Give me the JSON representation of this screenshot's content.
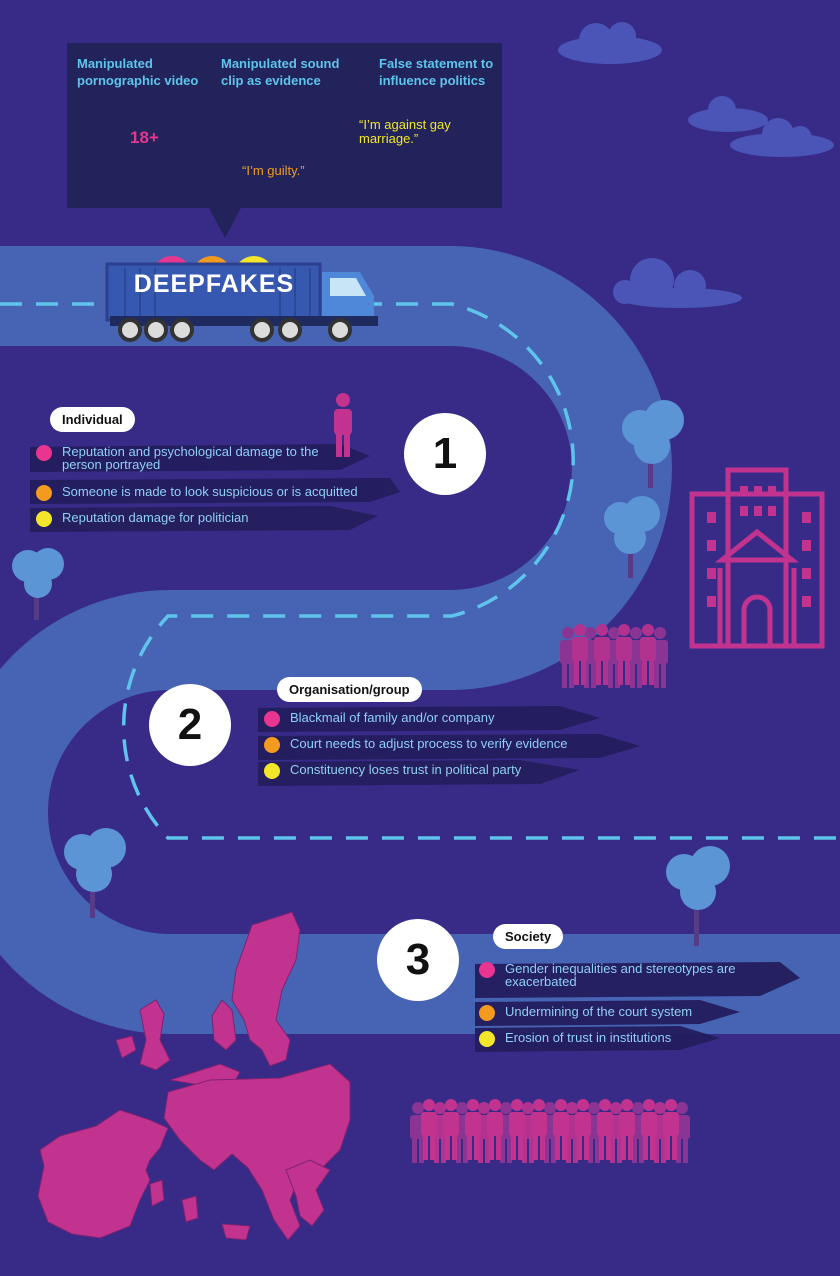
{
  "callout": {
    "columns": [
      {
        "title": "Manipulated pornographic video",
        "badge": "18+",
        "icon": "film-scissors-icon"
      },
      {
        "title": "Manipulated sound clip as evidence",
        "quote": "“I’m guilty.”",
        "icon": "sound-wave-icon"
      },
      {
        "title": "False statement to influence politics",
        "quote": "“I’m against gay marriage.”",
        "icon": "politician-microphone-icon"
      }
    ]
  },
  "truck": {
    "label": "DEEPFAKES",
    "icon": "truck-icon"
  },
  "sections": [
    {
      "number": "1",
      "title": "Individual",
      "items": [
        {
          "color": "pink",
          "text": "Reputation and psychological damage to the person portrayed"
        },
        {
          "color": "orange",
          "text": "Someone is made to look suspicious or is acquitted"
        },
        {
          "color": "yellow",
          "text": "Reputation damage for politician"
        }
      ]
    },
    {
      "number": "2",
      "title": "Organisation/group",
      "items": [
        {
          "color": "pink",
          "text": "Blackmail of family and/or company"
        },
        {
          "color": "orange",
          "text": "Court needs to adjust process to verify evidence"
        },
        {
          "color": "yellow",
          "text": "Constituency loses trust in political party"
        }
      ]
    },
    {
      "number": "3",
      "title": "Society",
      "items": [
        {
          "color": "pink",
          "text": "Gender inequalities and stereotypes are exacerbated"
        },
        {
          "color": "orange",
          "text": "Undermining of the court system"
        },
        {
          "color": "yellow",
          "text": "Erosion of trust in institutions"
        }
      ]
    }
  ],
  "colors": {
    "background": "#372b87",
    "road": "#4763b4",
    "road_dash": "#5fc4ec",
    "magenta": "#c2338f",
    "pink": "#e8358f",
    "orange": "#f39a1f",
    "yellow": "#f2e62a",
    "tree": "#5c95d6"
  }
}
